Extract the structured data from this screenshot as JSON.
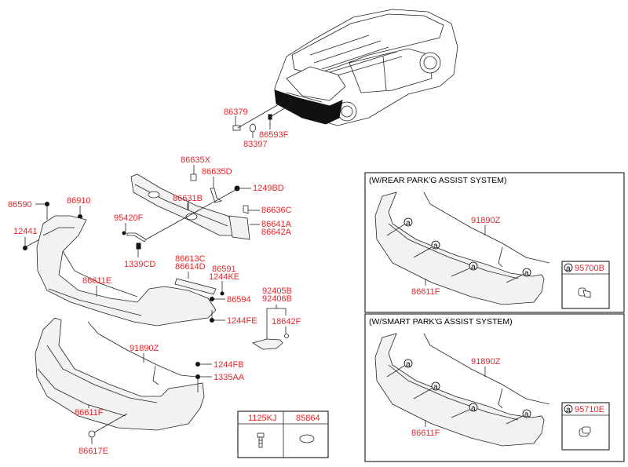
{
  "diagram": {
    "title": "Rear bumper parts diagram",
    "label_color": "#e8242a",
    "line_color": "#222222",
    "callouts": {
      "p86379": "86379",
      "p83397": "83397",
      "p86593F": "86593F",
      "p86635X": "86635X",
      "p86635D": "86635D",
      "p1249BD": "1249BD",
      "p86631B": "86631B",
      "p86636C": "86636C",
      "p86641A": "86641A",
      "p86642A": "86642A",
      "p95420F": "95420F",
      "p1339CD": "1339CD",
      "p86590": "86590",
      "p86910": "86910",
      "p12441": "12441",
      "p86613C": "86613C",
      "p86614D": "86614D",
      "p86591": "86591",
      "p1244KE": "1244KE",
      "p86594": "86594",
      "p1244FE": "1244FE",
      "p86611E": "86611E",
      "p92405B": "92405B",
      "p92406B": "92406B",
      "p18642F": "18642F",
      "p1244FB": "1244FB",
      "p1335AA": "1335AA",
      "p91890Z": "91890Z",
      "p86611F": "86611F",
      "p86617E": "86617E"
    },
    "hardware_table": {
      "columns": [
        "1125KJ",
        "85864"
      ],
      "icons": [
        "bolt-icon",
        "plug-cap-icon"
      ]
    },
    "panels": [
      {
        "title": "(W/REAR PARK'G ASSIST SYSTEM)",
        "harness": "91890Z",
        "bumper": "86611F",
        "marker": "a",
        "sensor_part": "95700B",
        "sensor_icon": "parking-sensor-icon"
      },
      {
        "title": "(W/SMART PARK'G ASSIST SYSTEM)",
        "harness": "91890Z",
        "bumper": "86611F",
        "marker": "a",
        "sensor_part": "95710E",
        "sensor_icon": "parking-sensor-icon"
      }
    ]
  }
}
